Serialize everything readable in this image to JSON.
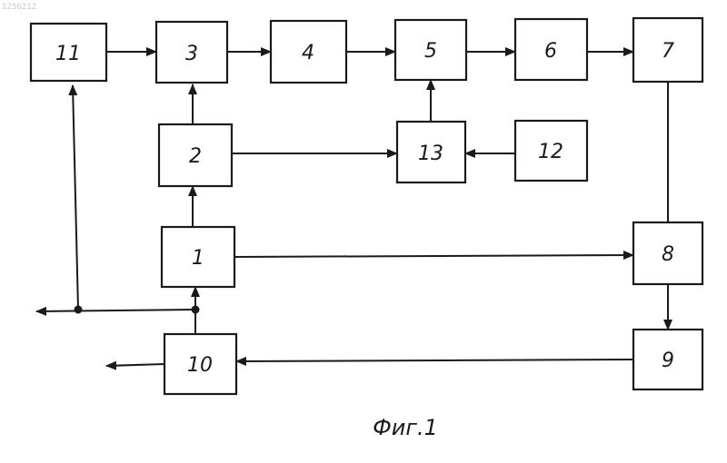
{
  "doc_id": "1256212",
  "caption": "Фиг.1",
  "blocks": {
    "b1": "1",
    "b2": "2",
    "b3": "3",
    "b4": "4",
    "b5": "5",
    "b6": "6",
    "b7": "7",
    "b8": "8",
    "b9": "9",
    "b10": "10",
    "b11": "11",
    "b12": "12",
    "b13": "13"
  }
}
